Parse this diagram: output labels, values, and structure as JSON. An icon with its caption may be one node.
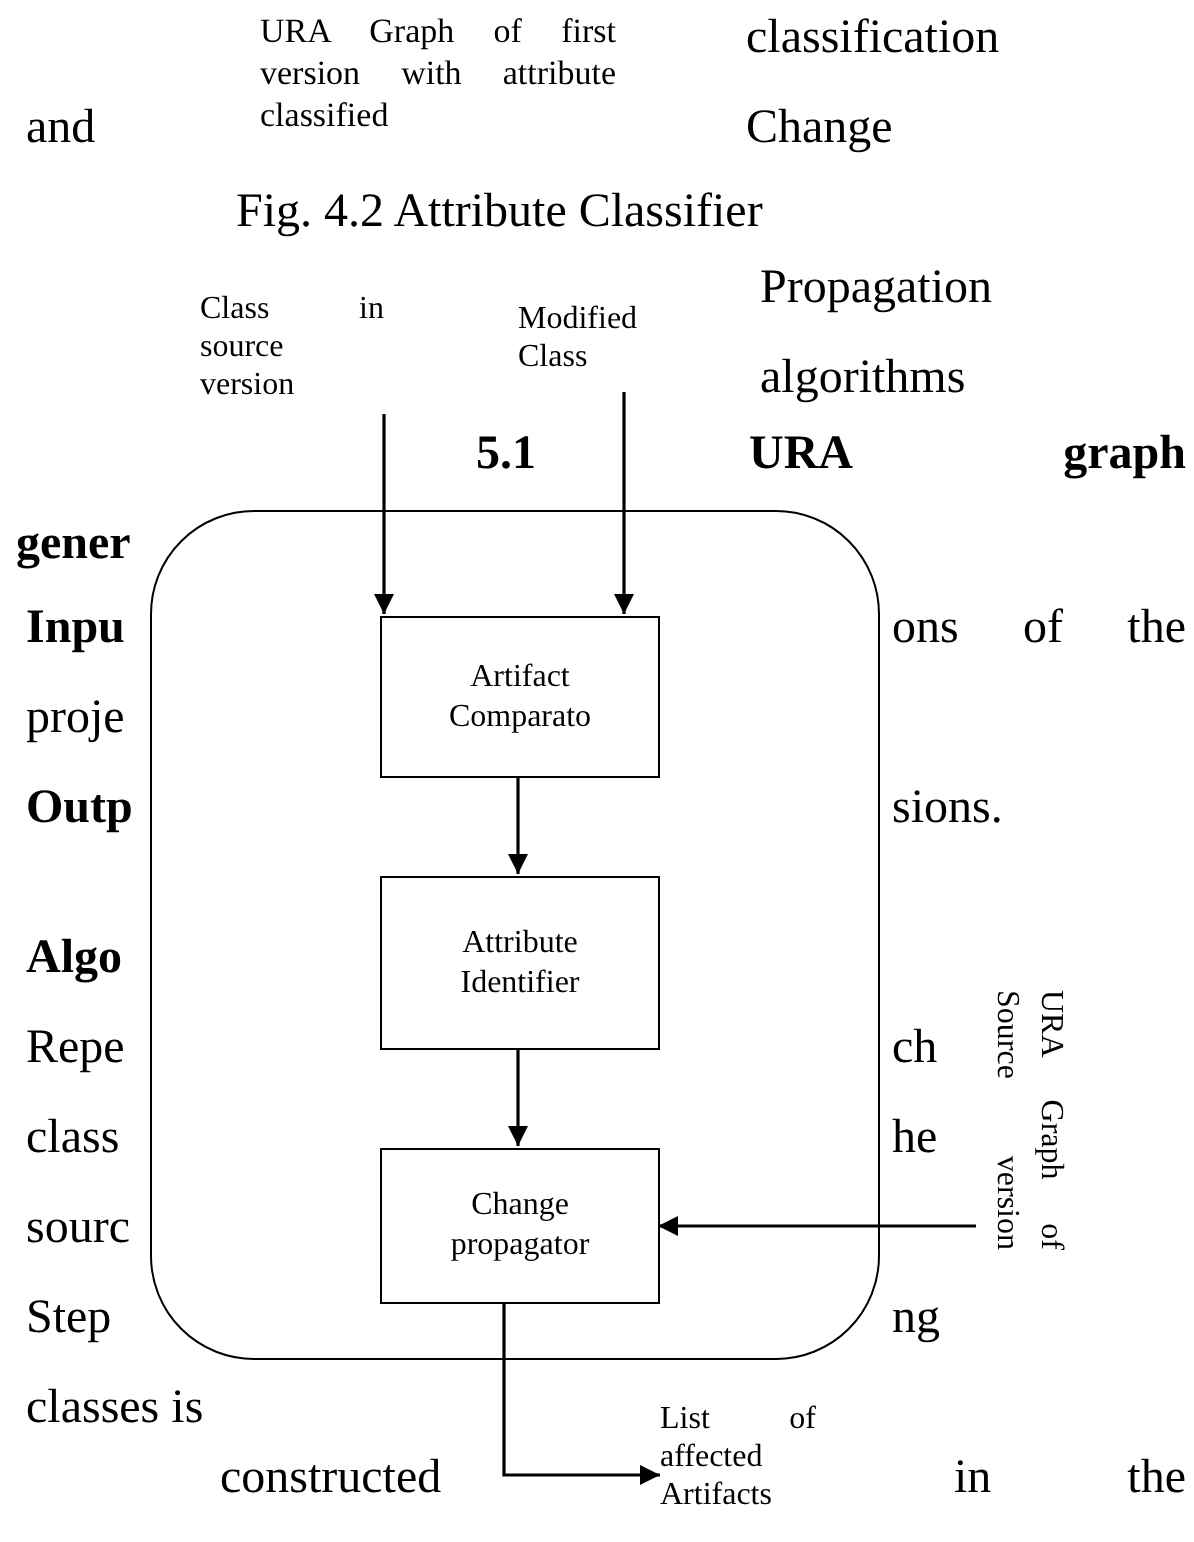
{
  "diagram": {
    "nodes": [
      {
        "text": [
          "Class in source version"
        ]
      },
      {
        "text": [
          "Modified Class"
        ]
      },
      {
        "text": [],
        "shape": "box"
      },
      {
        "text": [
          "Artifact Comparato"
        ],
        "in": 2
      },
      {
        "text": [
          "Attribute Identifier"
        ],
        "in": 2
      },
      {
        "text": [
          "Change propagator"
        ],
        "in": 2
      },
      {
        "text": [
          "URA Graph of Source version"
        ]
      },
      {
        "text": [
          "List of affected Artifacts"
        ]
      }
    ],
    "edges": [
      {
        "from": 0,
        "to": 3,
        "arrow": "to"
      },
      {
        "from": 1,
        "to": 3,
        "arrow": "to"
      },
      {
        "from": 3,
        "to": 4,
        "arrow": "to"
      },
      {
        "from": 4,
        "to": 5,
        "arrow": "to"
      },
      {
        "from": 6,
        "to": 5,
        "arrow": "to"
      },
      {
        "from": 5,
        "to": 7,
        "arrow": "to"
      }
    ],
    "labels": [
      "URA Graph of first version with attribute classified",
      "classification",
      "and",
      "Change",
      "Fig. 4.2 Attribute Classifier",
      "Propagation",
      "algorithms",
      "5.1 URA graph",
      "gener",
      "Inpu",
      "ons of the",
      "proje",
      "Outp",
      "sions.",
      "Algo",
      "Repe",
      "ch",
      "class",
      "he",
      "sourc",
      "Step",
      "ng",
      "classes is",
      "constructed",
      "in the"
    ]
  }
}
